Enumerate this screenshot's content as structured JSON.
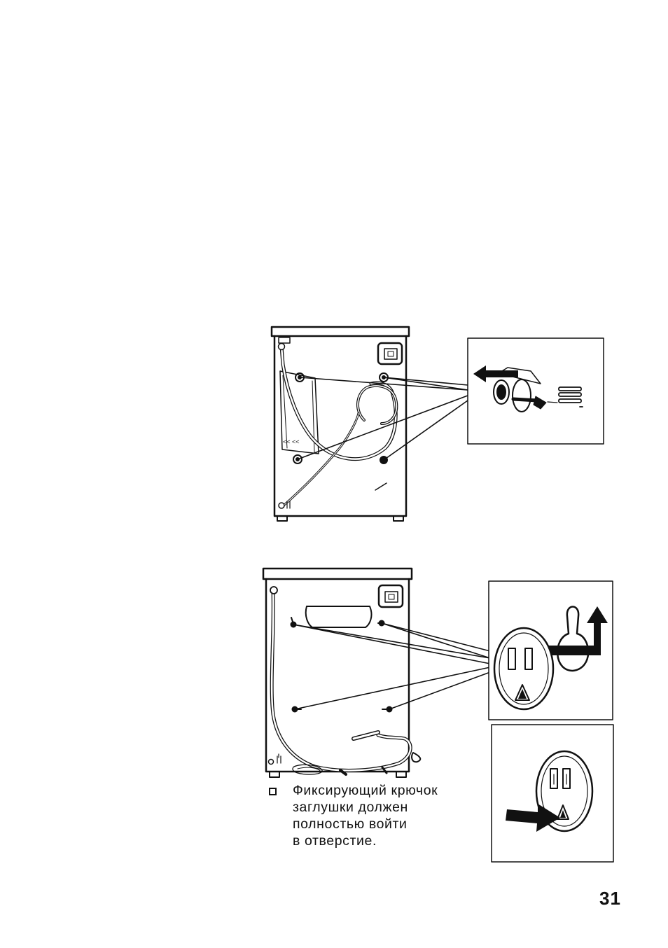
{
  "figures": [
    {
      "name": "washer-rear-view-transport-bolts",
      "callout_icons": [
        "arrow-icon",
        "transport-bolt-icon",
        "washer-stack-icon"
      ]
    },
    {
      "name": "washer-rear-view-hole-covers",
      "callout_icons": [
        "hole-cover-icon",
        "keyhole-slot-icon",
        "arrow-up-icon",
        "arrow-right-icon"
      ]
    }
  ],
  "note": {
    "bullet_icon": "checkbox-bullet-icon",
    "text": "Фиксирующий крючок\nзаглушки должен\nполностью войти\nв отверстие."
  },
  "page_number": "31"
}
